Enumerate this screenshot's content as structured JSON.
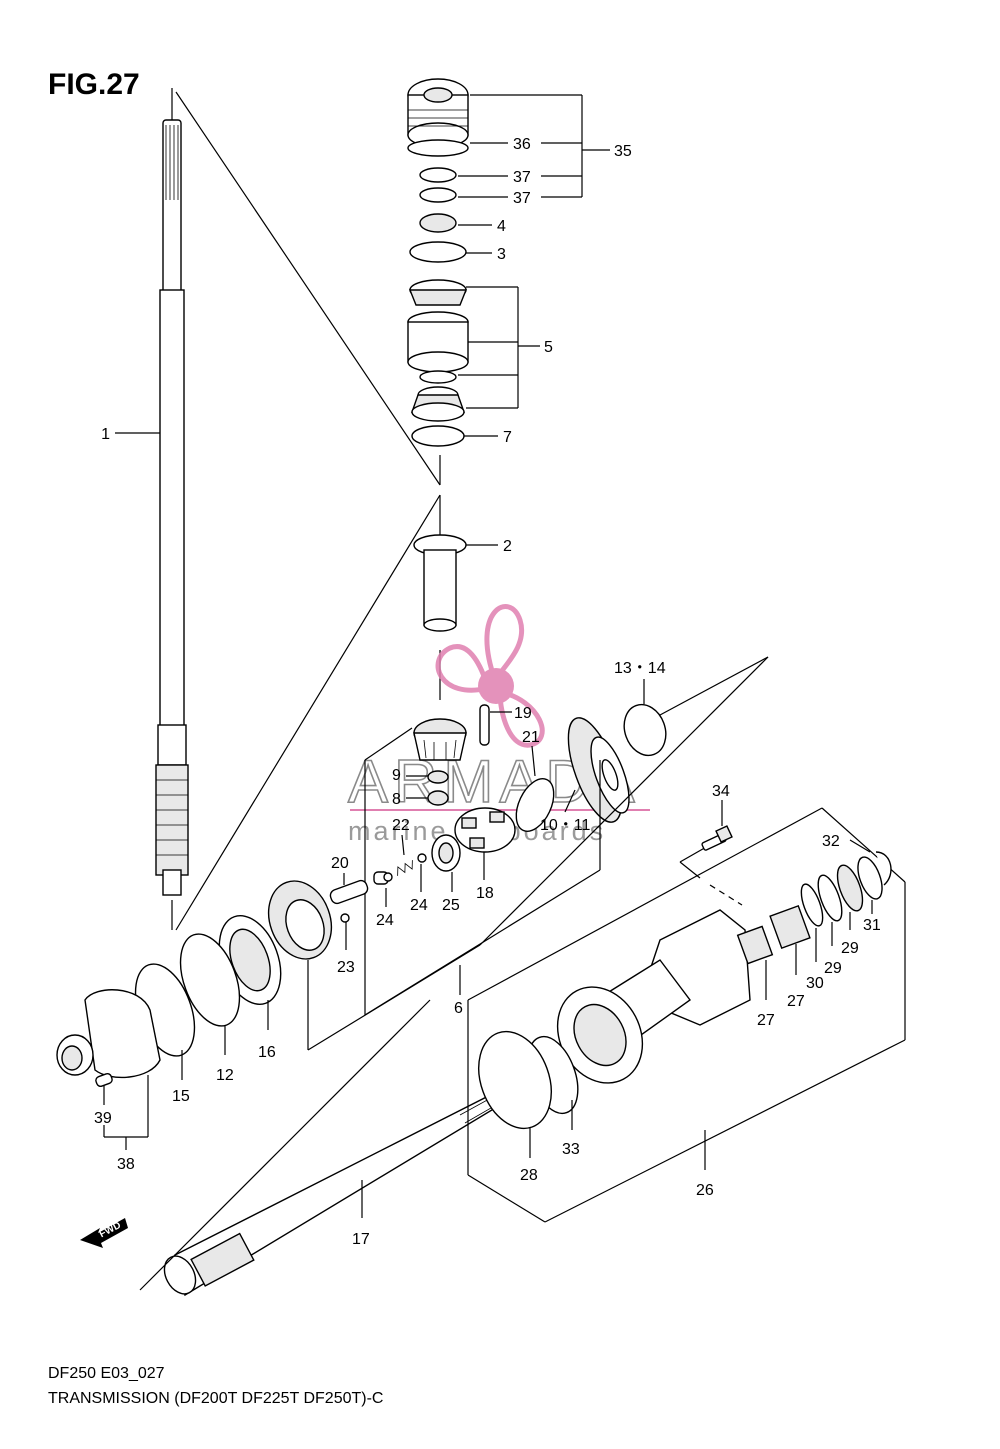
{
  "figure": {
    "title": "FIG.27",
    "code": "DF250 E03_027",
    "caption": "TRANSMISSION (DF200T DF225T DF250T)-C"
  },
  "watermark": {
    "brand": "ARMADA",
    "tagline": "marine outboards",
    "accent_color": "#e07fb0",
    "logo_icon": "propeller-icon"
  },
  "direction_marker": {
    "label": "FWD",
    "icon": "arrow-left-icon"
  },
  "callouts": {
    "c1": "1",
    "c2": "2",
    "c3": "3",
    "c4": "4",
    "c5": "5",
    "c6": "6",
    "c7": "7",
    "c8": "8",
    "c9": "9",
    "c10_11": "10・11",
    "c12": "12",
    "c13_14": "13・14",
    "c15": "15",
    "c16": "16",
    "c17": "17",
    "c18": "18",
    "c19": "19",
    "c20": "20",
    "c21": "21",
    "c22": "22",
    "c23": "23",
    "c24a": "24",
    "c24b": "24",
    "c25": "25",
    "c26": "26",
    "c27a": "27",
    "c27b": "27",
    "c27c": "27",
    "c28": "28",
    "c29a": "29",
    "c29b": "29",
    "c30": "30",
    "c31": "31",
    "c32": "32",
    "c33": "33",
    "c34": "34",
    "c35": "35",
    "c36": "36",
    "c37a": "37",
    "c37b": "37",
    "c38": "38",
    "c39": "39"
  }
}
